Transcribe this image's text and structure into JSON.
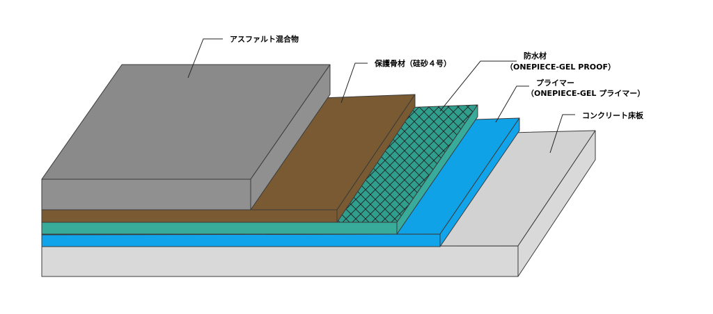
{
  "layers": [
    {
      "id": "asphalt",
      "label": "アスファルト混合物",
      "label2": "",
      "color_top": "#8a8a8a",
      "color_side": "#909090"
    },
    {
      "id": "aggregate",
      "label": "保護骨材（硅砂４号）",
      "label2": "",
      "color_top": "#7a5a32",
      "color_side": "#7a5a32"
    },
    {
      "id": "waterproof",
      "label": "防水材",
      "label2": "（ONEPIECE-GEL PROOF）",
      "color_top": "#2f9e8c",
      "color_side": "#38ab9a"
    },
    {
      "id": "primer",
      "label": "プライマー",
      "label2": "（ONEPIECE-GEL プライマー）",
      "color_top": "#10a2e6",
      "color_side": "#12a4ea"
    },
    {
      "id": "concrete",
      "label": "コンクリート床板",
      "label2": "",
      "color_top": "#d2d2d2",
      "color_side": "#d9d9d9"
    }
  ]
}
